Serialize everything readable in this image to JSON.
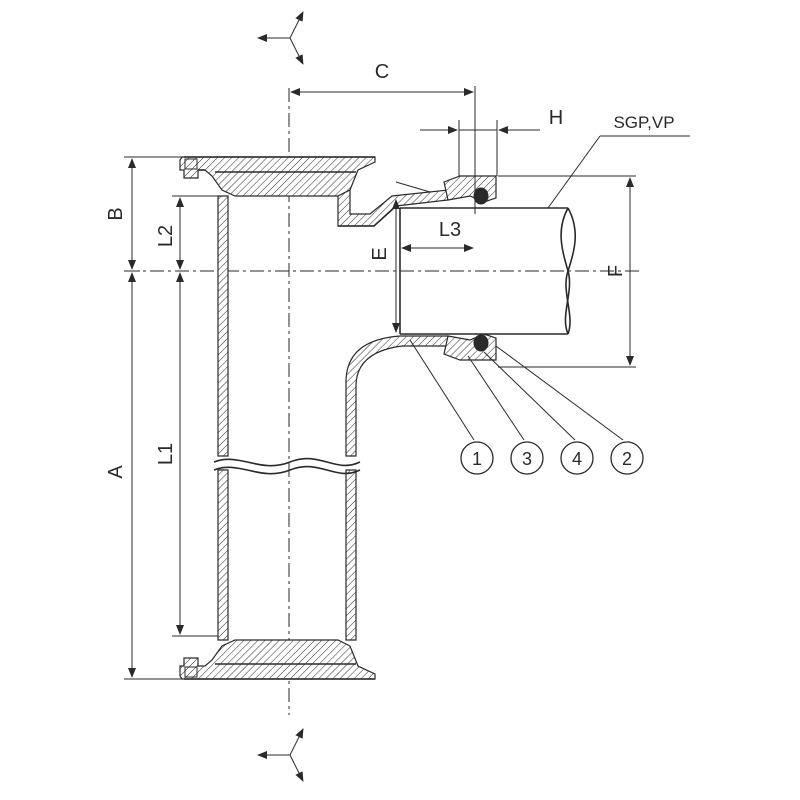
{
  "dimensions": {
    "A": "A",
    "B": "B",
    "C": "C",
    "E": "E",
    "F": "F",
    "H": "H",
    "L1": "L1",
    "L2": "L2",
    "L3": "L3"
  },
  "pipe_label": "SGP,VP",
  "callouts": [
    "1",
    "3",
    "4",
    "2"
  ]
}
